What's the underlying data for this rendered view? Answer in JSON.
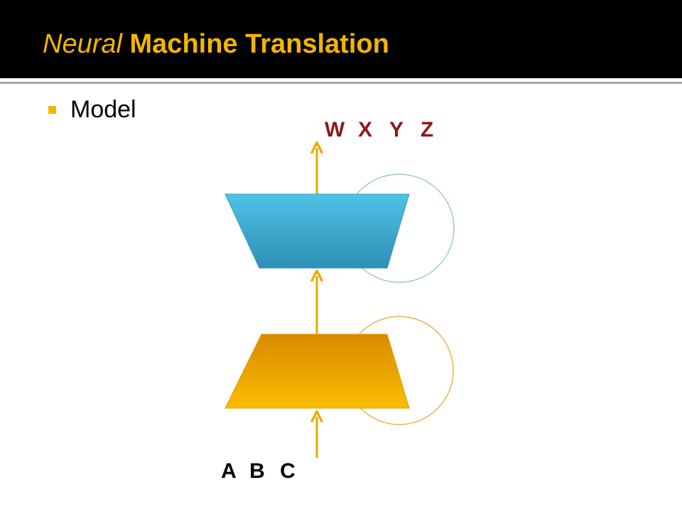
{
  "title": {
    "italic_part": "Neural",
    "bold_part": "Machine Translation"
  },
  "bullet": {
    "text": "Model"
  },
  "diagram": {
    "output_tokens": [
      "W",
      "X",
      "Y",
      "Z"
    ],
    "input_tokens": [
      "A",
      "B",
      "C"
    ],
    "colors": {
      "title": "#f2b600",
      "output_label": "#8b1a1a",
      "input_label": "#000000",
      "arrow": "#e9a900",
      "decoder_top": "#4fc3e6",
      "decoder_bottom": "#2e8fb5",
      "encoder_top": "#d88a00",
      "encoder_bottom": "#fbbd00",
      "decoder_loop": "#9fcfae",
      "encoder_loop": "#e5b54a"
    }
  }
}
